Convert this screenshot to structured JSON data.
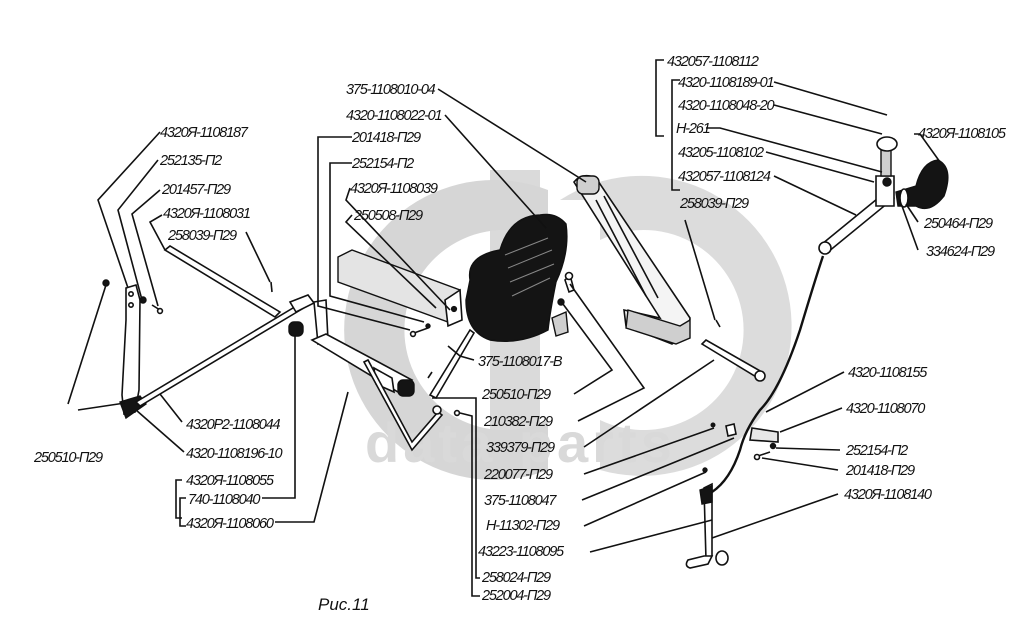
{
  "figure": {
    "caption": "Рис.11",
    "watermark": "data-parts",
    "watermark_color": "#d6d6d6"
  },
  "labels": {
    "l432057_1108112": "432057-1108112",
    "l4320_1108189_01": "4320-1108189-01",
    "l4320_1108048_20": "4320-1108048-20",
    "lH261": "Н-261",
    "l43205_1108102": "43205-1108102",
    "l432057_1108124": "432057-1108124",
    "l258039_P29_right": "258039-П29",
    "l4320YA_1108105": "4320Я-1108105",
    "l250464_P29": "250464-П29",
    "l334624_P29": "334624-П29",
    "l375_1108010_04": "375-1108010-04",
    "l4320_1108022_01": "4320-1108022-01",
    "l201418_P29_top": "201418-П29",
    "l252154_P2_top": "252154-П2",
    "l4320YA_1108039": "4320Я-1108039",
    "l250508_P29": "250508-П29",
    "l4320YA_1108187": "4320Я-1108187",
    "l252135_P2": "252135-П2",
    "l201457_P29": "201457-П29",
    "l4320YA_1108031": "4320Я-1108031",
    "l258039_P29_left": "258039-П29",
    "l4320R2_1108044": "4320Р2-1108044",
    "l4320_1108196_10": "4320-1108196-10",
    "l250510_P29_left": "250510-П29",
    "l4320YA_1108055": "4320Я-1108055",
    "l740_1108040": "740-1108040",
    "l4320YA_1108060": "4320Я-1108060",
    "l375_1108017_V": "375-1108017-В",
    "l250510_P29_mid": "250510-П29",
    "l210382_P29": "210382-П29",
    "l339379_P29": "339379-П29",
    "l220077_P29": "220077-П29",
    "l375_1108047": "375-1108047",
    "lH11302_P29": "Н-11302-П29",
    "l43223_1108095": "43223-1108095",
    "l258024_P29": "258024-П29",
    "l252004_P29": "252004-П29",
    "l4320_1108155": "4320-1108155",
    "l4320_1108070": "4320-1108070",
    "l252154_P2_right": "252154-П2",
    "l201418_P29_right": "201418-П29",
    "l4320YA_1108140": "4320Я-1108140"
  }
}
